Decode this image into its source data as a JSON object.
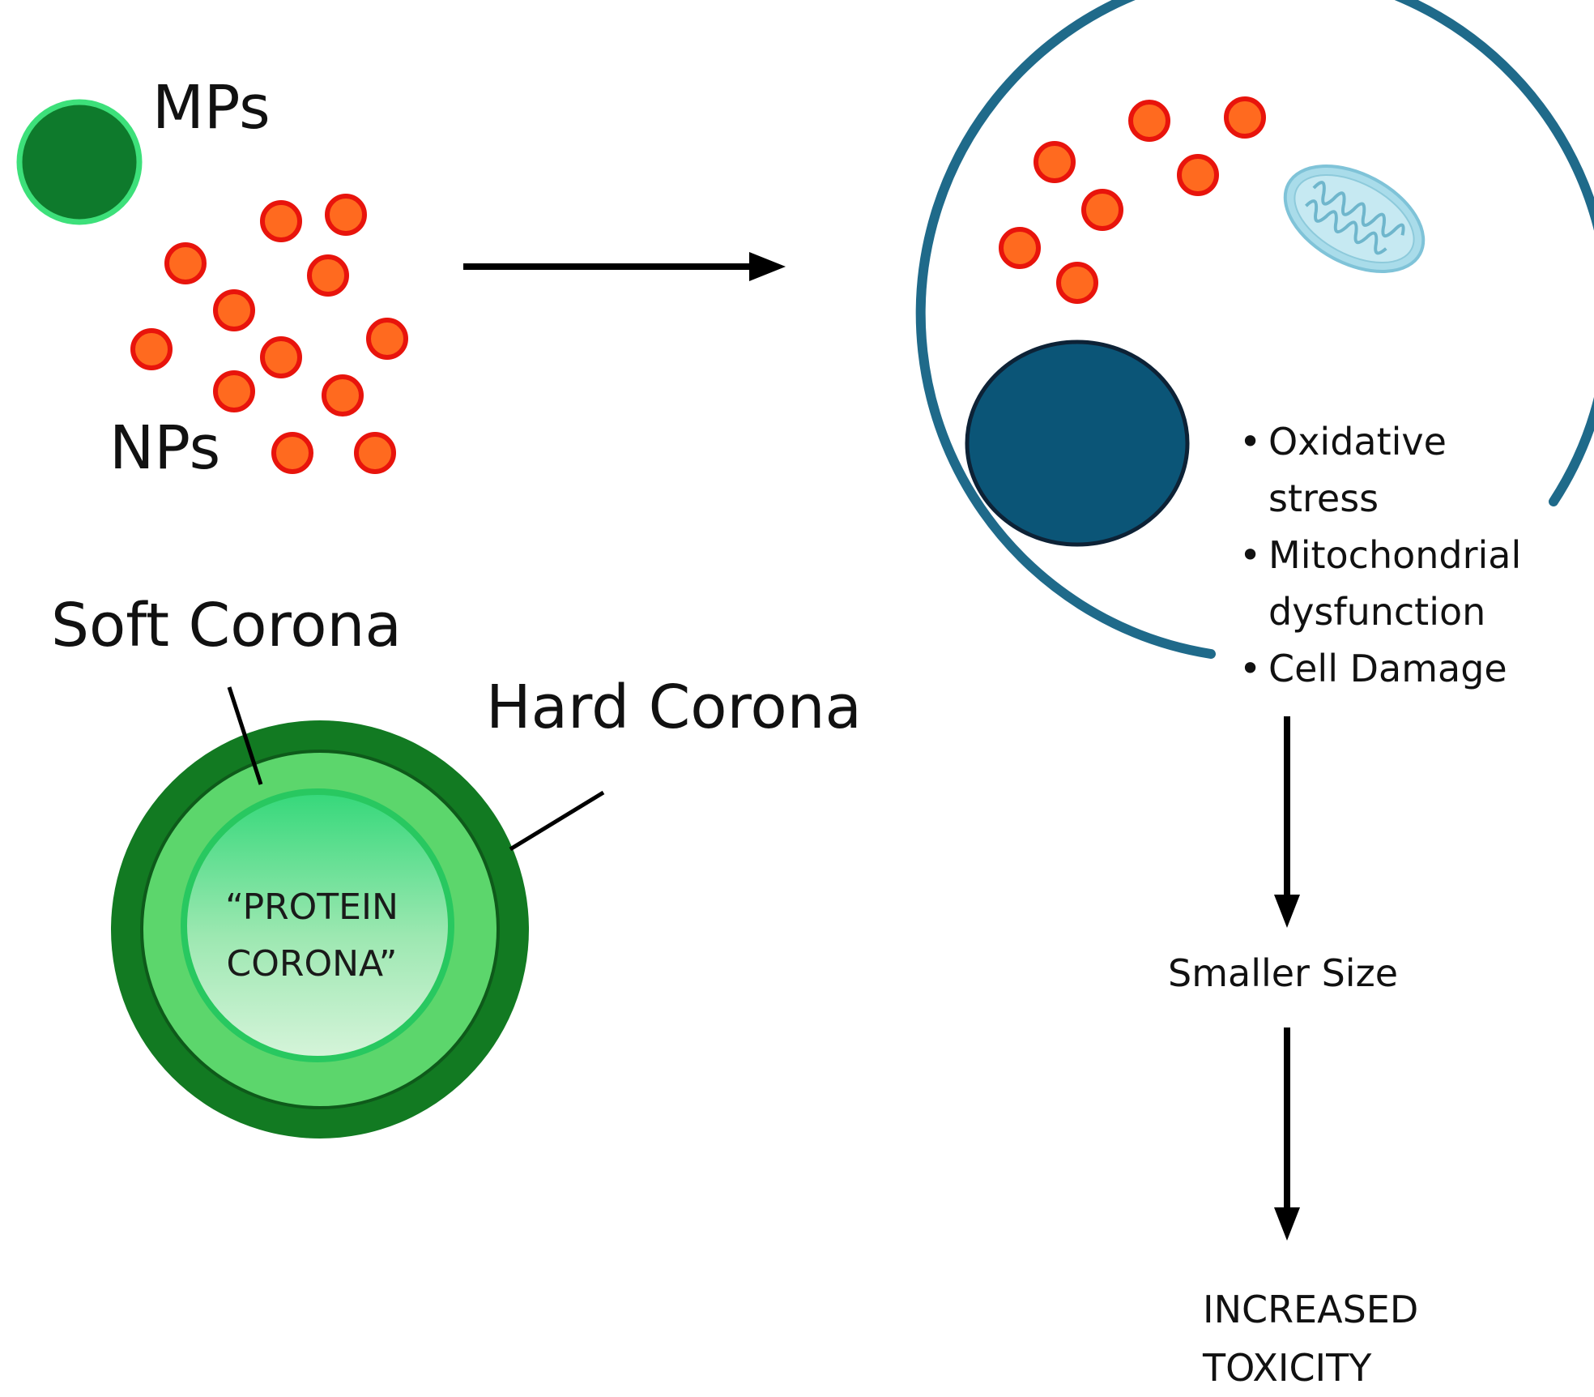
{
  "labels": {
    "mps": "MPs",
    "nps": "NPs",
    "soft_corona": "Soft Corona",
    "hard_corona": "Hard Corona",
    "protein_corona_line1": "“PROTEIN",
    "protein_corona_line2": "CORONA”",
    "smaller_size": "Smaller Size",
    "increased_toxicity_line1": "INCREASED",
    "increased_toxicity_line2": "TOXICITY"
  },
  "effects": [
    {
      "bullet": "•",
      "lines": [
        "Oxidative",
        "stress"
      ]
    },
    {
      "bullet": "•",
      "lines": [
        "Mitochondrial",
        "dysfunction"
      ]
    },
    {
      "bullet": "•",
      "lines": [
        "Cell Damage"
      ]
    }
  ],
  "colors": {
    "mp_fill": "#0e7a2c",
    "mp_stroke": "#3de07a",
    "np_fill": "#ff6a1f",
    "np_stroke": "#e8140c",
    "cell_membrane": "#1f6a8a",
    "nucleus": "#0b5577",
    "mitochondrion": "#a9dcea",
    "hard_corona": "#127a22",
    "soft_corona": "#5cd66c",
    "core_top": "#35d87a",
    "core_bottom": "#d6f4da",
    "arrow": "#000000"
  },
  "icons": {
    "mitochondrion": "mitochondrion-icon"
  }
}
